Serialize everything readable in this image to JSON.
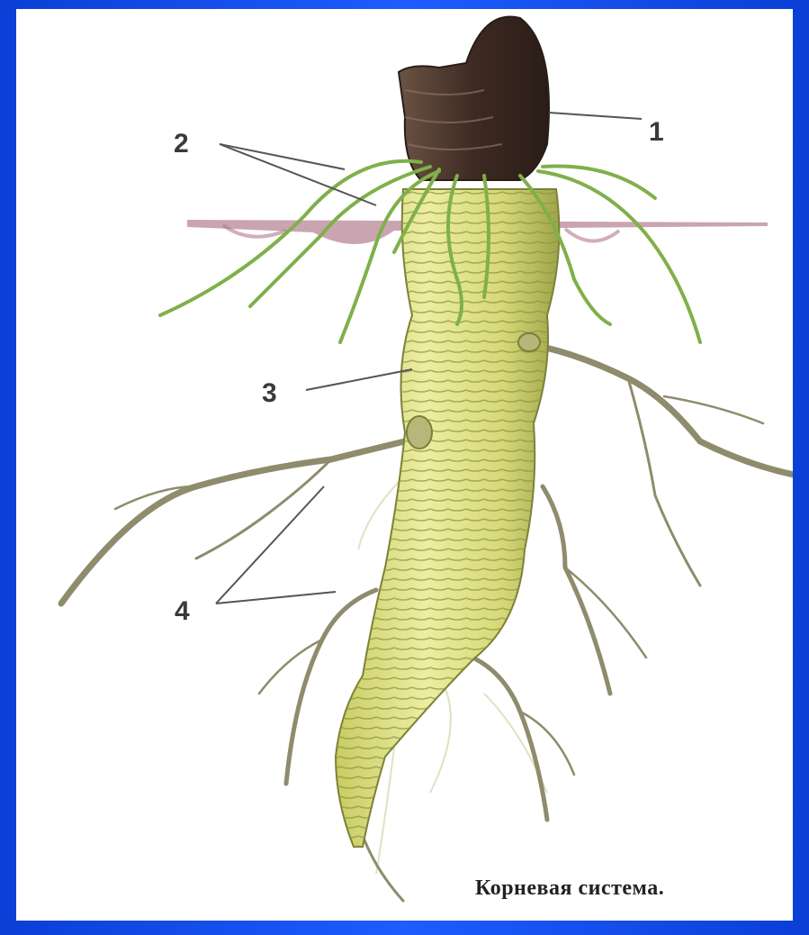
{
  "diagram": {
    "caption": "Корневая система.",
    "labels": [
      {
        "id": "1",
        "text": "1"
      },
      {
        "id": "2",
        "text": "2"
      },
      {
        "id": "3",
        "text": "3"
      },
      {
        "id": "4",
        "text": "4"
      }
    ]
  },
  "colors": {
    "background": "#1e5cff",
    "panel": "#ffffff",
    "root": "#dfe08a",
    "root_shadow": "#9aa24a",
    "crown": "#4a3326",
    "leaves": "#9fd36a",
    "soil": "#b07a88",
    "lateral_roots": "#8a8a6a"
  }
}
